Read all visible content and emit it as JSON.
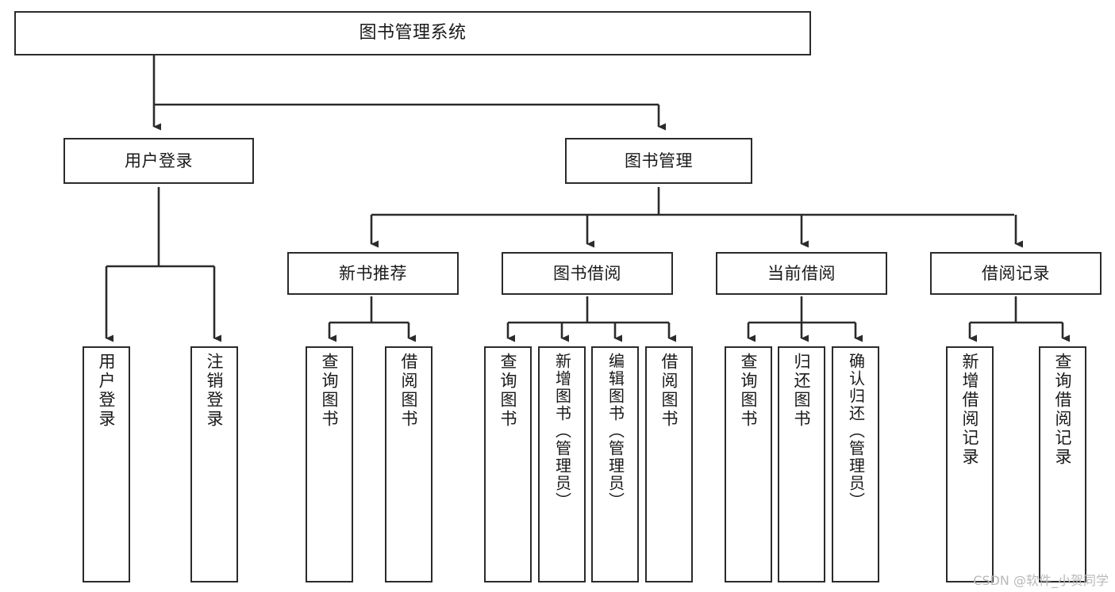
{
  "diagram": {
    "kind": "tree-hierarchy",
    "title": "图书管理系统",
    "watermark": "CSDN @软件_小贺同学",
    "colors": {
      "box_border": "#2b2b2b",
      "box_fill": "#ffffff",
      "connector": "#2b2b2b",
      "text": "#1a1a1a",
      "watermark": "#b9b9b9"
    },
    "nodes": {
      "root": {
        "label": "图书管理系统"
      },
      "level2": [
        {
          "label": "用户登录"
        },
        {
          "label": "图书管理"
        }
      ],
      "level3": [
        {
          "label": "新书推荐"
        },
        {
          "label": "图书借阅"
        },
        {
          "label": "当前借阅"
        },
        {
          "label": "借阅记录"
        }
      ],
      "leaves_user_login": [
        {
          "label": "用户登录"
        },
        {
          "label": "注销登录"
        }
      ],
      "leaves_new_book": [
        {
          "label": "查询图书"
        },
        {
          "label": "借阅图书"
        }
      ],
      "leaves_borrow": [
        {
          "label": "查询图书"
        },
        {
          "label": "新增图书（管理员）"
        },
        {
          "label": "编辑图书（管理员）"
        },
        {
          "label": "借阅图书"
        }
      ],
      "leaves_current": [
        {
          "label": "查询图书"
        },
        {
          "label": "归还图书"
        },
        {
          "label": "确认归还（管理员）"
        }
      ],
      "leaves_records": [
        {
          "label": "新增借阅记录"
        },
        {
          "label": "查询借阅记录"
        }
      ]
    }
  }
}
